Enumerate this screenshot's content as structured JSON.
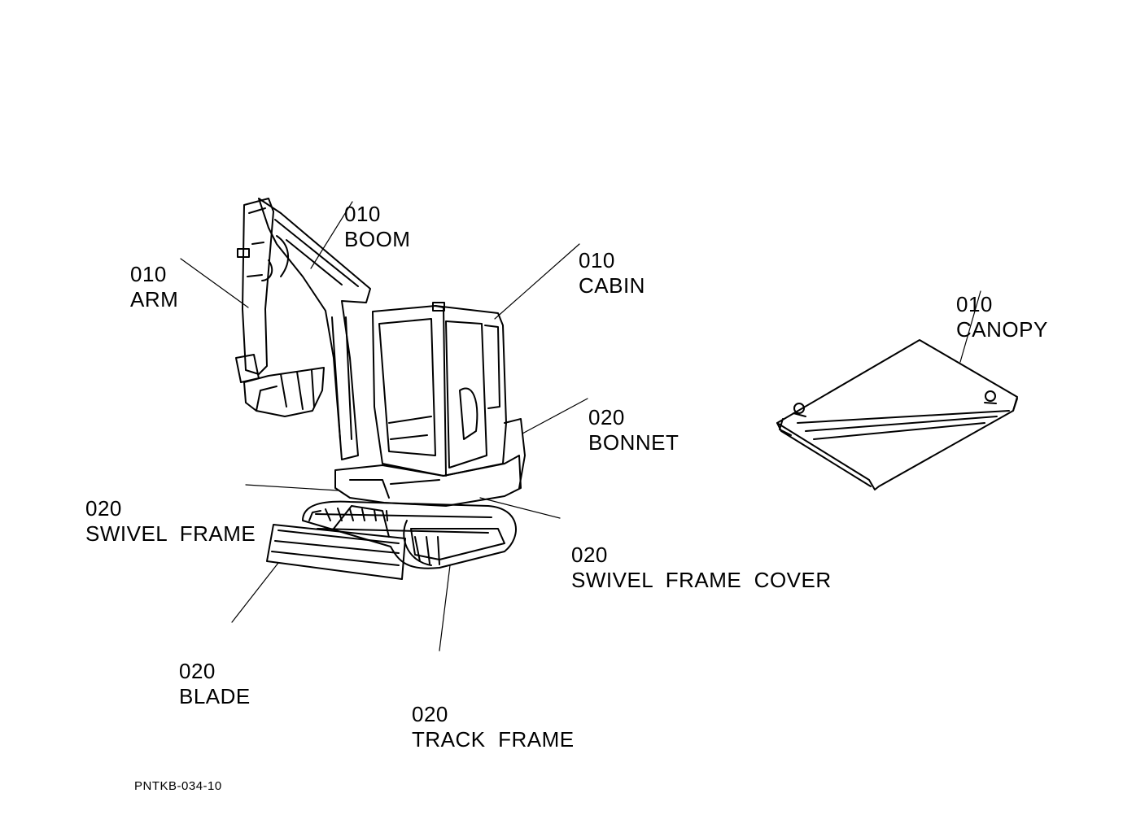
{
  "labels": {
    "boom": {
      "num": "010",
      "name": "BOOM"
    },
    "arm": {
      "num": "010",
      "name": "ARM"
    },
    "cabin": {
      "num": "010",
      "name": "CABIN"
    },
    "canopy": {
      "num": "010",
      "name": "CANOPY"
    },
    "bonnet": {
      "num": "020",
      "name": "BONNET"
    },
    "swivel_frame": {
      "num": "020",
      "name": "SWIVEL  FRAME"
    },
    "swivel_cover": {
      "num": "020",
      "name": "SWIVEL  FRAME  COVER"
    },
    "blade": {
      "num": "020",
      "name": "BLADE"
    },
    "track_frame": {
      "num": "020",
      "name": "TRACK  FRAME"
    }
  },
  "drawing_code": "PNTKB-034-10",
  "colors": {
    "ink": "#000000",
    "paper": "#ffffff"
  }
}
